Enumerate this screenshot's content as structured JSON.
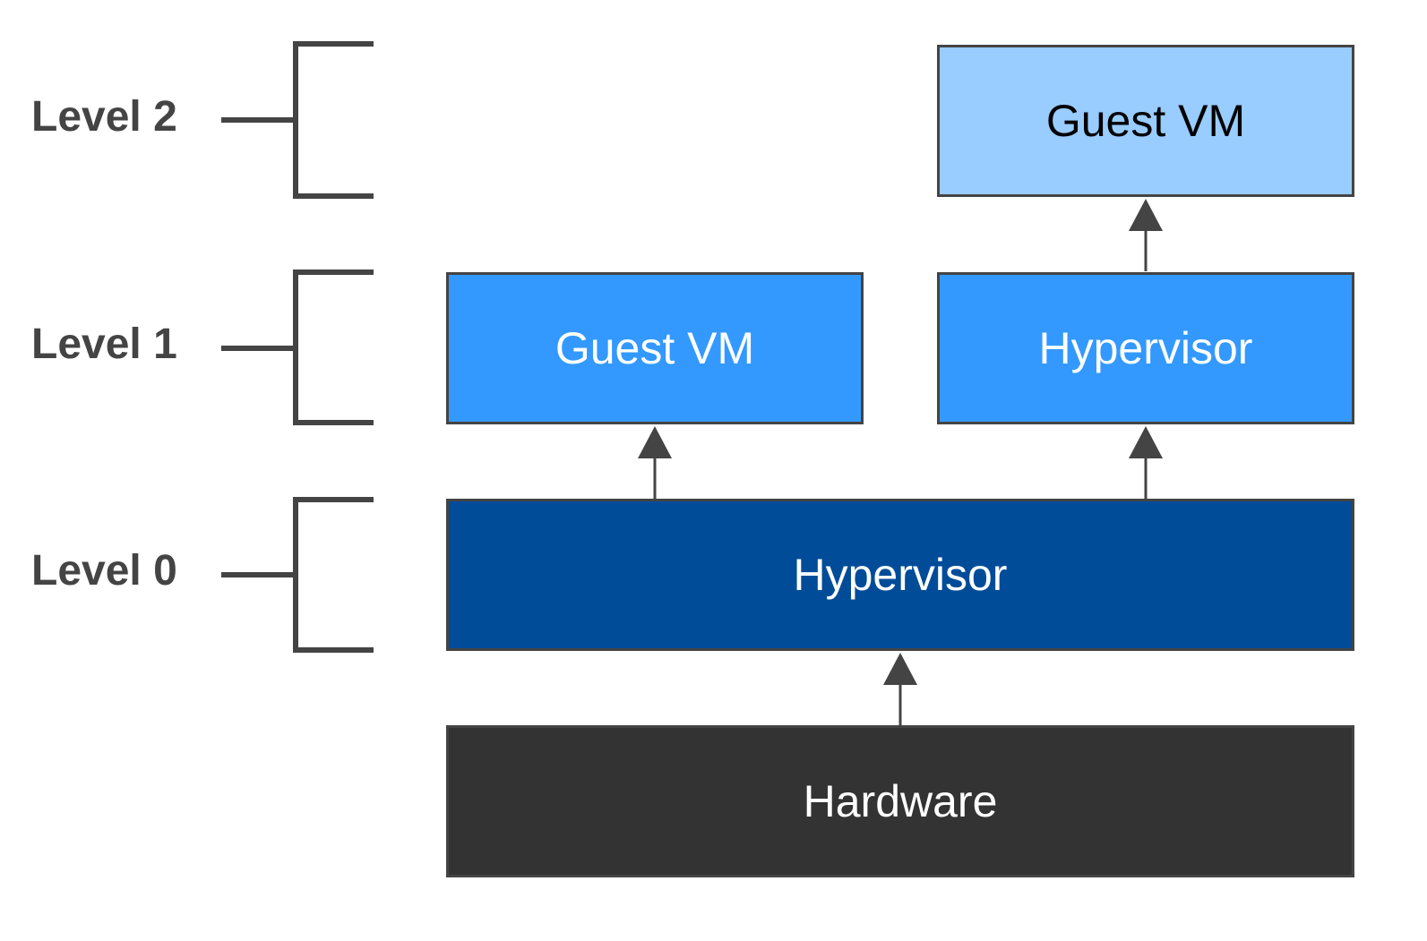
{
  "levels": [
    {
      "label": "Level 2"
    },
    {
      "label": "Level 1"
    },
    {
      "label": "Level 0"
    }
  ],
  "boxes": {
    "level2_guest_vm": {
      "label": "Guest VM",
      "fill": "#99CCFF",
      "text_color": "#000000"
    },
    "level1_guest_vm": {
      "label": "Guest VM",
      "fill": "#3399FF",
      "text_color": "#FFFFFF"
    },
    "level1_hypervisor": {
      "label": "Hypervisor",
      "fill": "#3399FF",
      "text_color": "#FFFFFF"
    },
    "level0_hypervisor": {
      "label": "Hypervisor",
      "fill": "#004C99",
      "text_color": "#FFFFFF"
    },
    "hardware": {
      "label": "Hardware",
      "fill": "#333333",
      "text_color": "#FFFFFF"
    }
  },
  "colors": {
    "stroke": "#444444",
    "level_label": "#444444"
  }
}
